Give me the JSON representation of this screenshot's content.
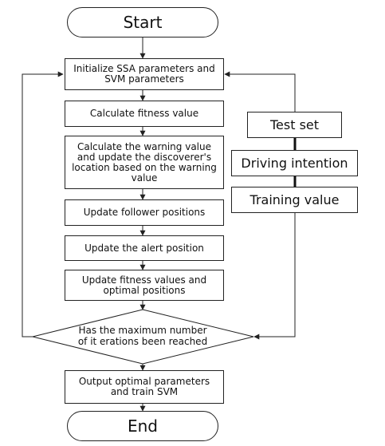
{
  "flowchart": {
    "start": "Start",
    "init": "Initialize SSA parameters and SVM parameters",
    "fitness": "Calculate fitness value",
    "warning": "Calculate the warning value and update the discoverer's location based on the warning value",
    "follower": "Update follower positions",
    "alert": "Update the alert position",
    "update_fitness": "Update fitness values and optimal positions",
    "decision": "Has the maximum number of it erations been reached",
    "output": "Output optimal parameters and train SVM",
    "end": "End"
  },
  "side": {
    "test_set": "Test set",
    "driving_intention": "Driving intention",
    "training_value": "Training value"
  }
}
